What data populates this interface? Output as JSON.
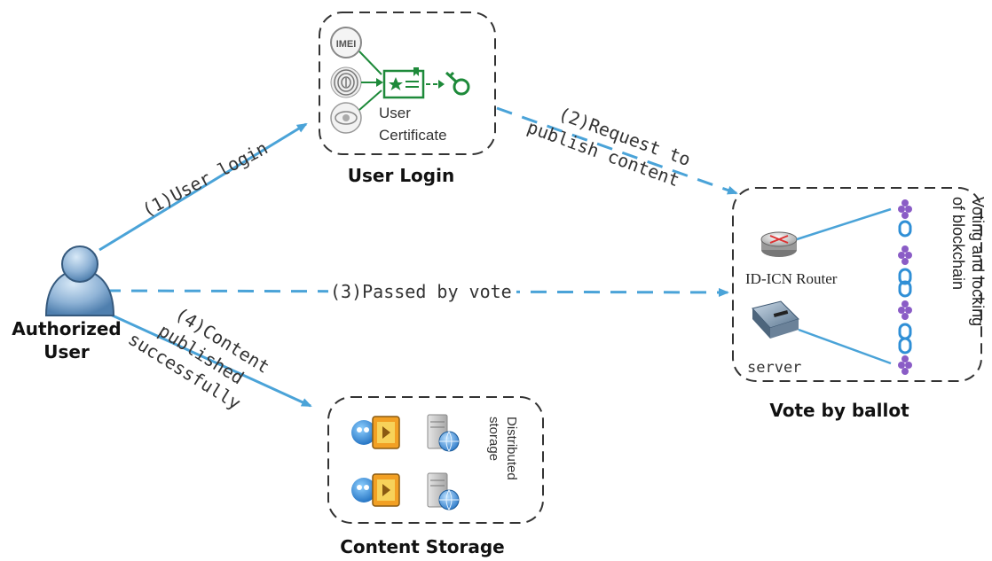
{
  "actor": {
    "name_line1": "Authorized",
    "name_line2": "User"
  },
  "boxes": {
    "login": {
      "title": "User Login",
      "imei_label": "IMEI",
      "cert_line1": "User",
      "cert_line2": "Certificate"
    },
    "vote": {
      "title": "Vote by ballot",
      "router_label": "ID-ICN Router",
      "server_label": "server",
      "chain_line1": "Voting and locking",
      "chain_line2": "of blockchain"
    },
    "storage": {
      "title": "Content Storage",
      "dist_line1": "Distributed",
      "dist_line2": "storage"
    }
  },
  "steps": {
    "s1": "(1)User login",
    "s2_line1": "(2)Request to",
    "s2_line2": "publish content",
    "s3": "(3)Passed by vote",
    "s4_line1": "(4)Content",
    "s4_line2": "published",
    "s4_line3": "successfully"
  },
  "colors": {
    "arrow": "#4aa3d8",
    "box_border": "#333333",
    "cert_green": "#1e8a3a",
    "chain_blue": "#2f8fd6",
    "chain_purple": "#8a5cc6"
  }
}
